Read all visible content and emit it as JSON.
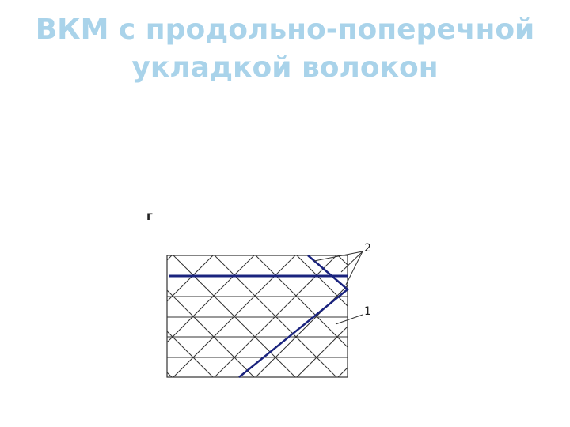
{
  "title": {
    "line1": "ВКМ с продольно-поперечной",
    "line2": "укладкой волокон"
  },
  "figure": {
    "letter": "г",
    "callout_2": "2",
    "callout_1": "1"
  },
  "colors": {
    "title": "#a9d3ea",
    "grid_line": "#333333",
    "fiber": "#1a237e"
  }
}
